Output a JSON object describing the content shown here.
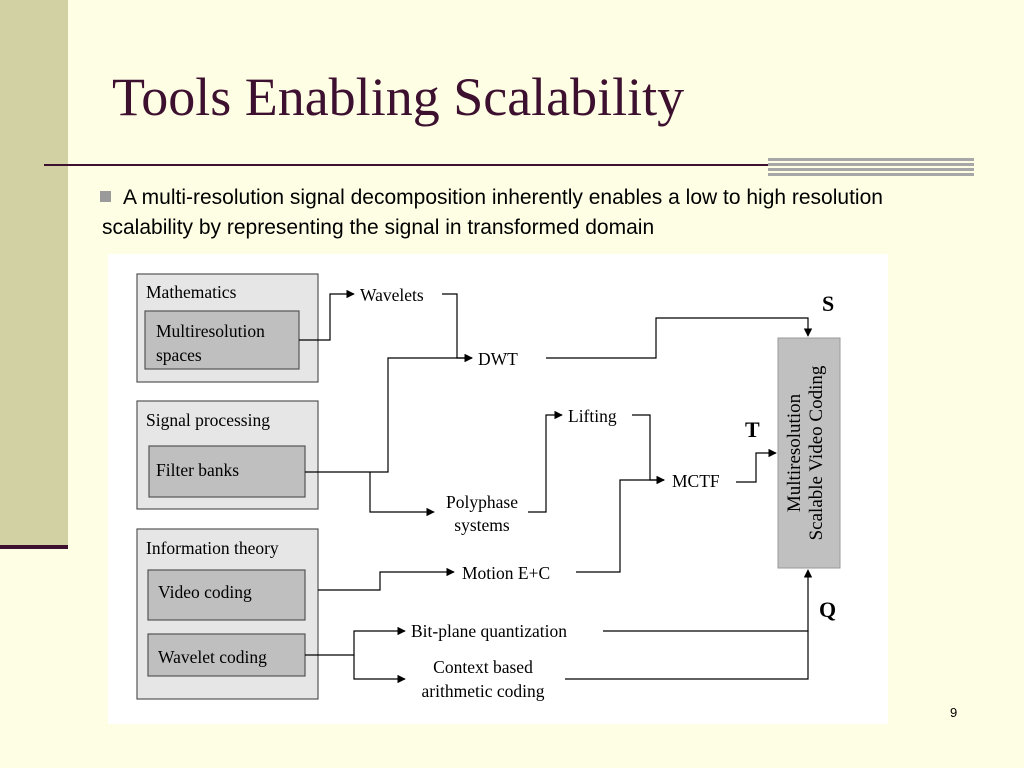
{
  "slide": {
    "title": "Tools Enabling Scalability",
    "bullet": "A multi-resolution signal decomposition inherently enables a low to high resolution scalability by representing the signal in transformed domain",
    "page_number": "9"
  },
  "diagram": {
    "groups": {
      "mathematics": "Mathematics",
      "multiresolution_line1": "Multiresolution",
      "multiresolution_line2": "spaces",
      "signal_processing": "Signal processing",
      "filter_banks": "Filter banks",
      "information_theory": "Information theory",
      "video_coding": "Video coding",
      "wavelet_coding": "Wavelet coding"
    },
    "nodes": {
      "wavelets": "Wavelets",
      "dwt": "DWT",
      "lifting": "Lifting",
      "polyphase_line1": "Polyphase",
      "polyphase_line2": "systems",
      "mctf": "MCTF",
      "motion": "Motion E+C",
      "bitplane": "Bit-plane quantization",
      "context_line1": "Context based",
      "context_line2": "arithmetic coding"
    },
    "target": {
      "line1": "Multiresolution",
      "line2": "Scalable Video Coding"
    },
    "labels": {
      "s": "S",
      "t": "T",
      "q": "Q"
    }
  },
  "colors": {
    "background": "#fefee4",
    "title": "#3d1030",
    "left_band": "#d1d1a3",
    "group_fill": "#e6e6e6",
    "inner_fill": "#bfbfbf"
  }
}
